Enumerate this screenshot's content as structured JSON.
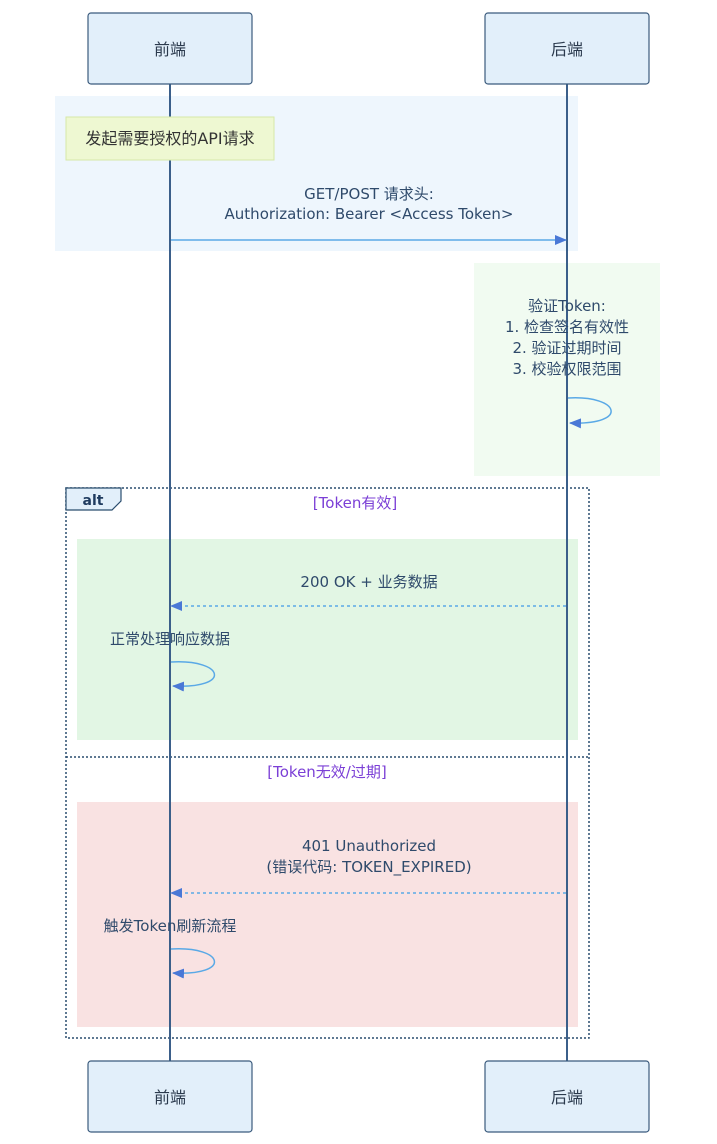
{
  "actors": {
    "frontend": "前端",
    "backend": "后端"
  },
  "note": {
    "frontend_request": "发起需要授权的API请求"
  },
  "messages": {
    "request_line1": "GET/POST 请求头:",
    "request_line2": "Authorization: Bearer <Access Token>",
    "verify_line1": "验证Token:",
    "verify_line2": "1. 检查签名有效性",
    "verify_line3": "2. 验证过期时间",
    "verify_line4": "3. 校验权限范围",
    "ok_response": "200 OK + 业务数据",
    "ok_handle": "正常处理响应数据",
    "unauth_line1": "401 Unauthorized",
    "unauth_line2": "(错误代码: TOKEN_EXPIRED)",
    "refresh": "触发Token刷新流程"
  },
  "alt": {
    "tag": "alt",
    "condition_valid": "[Token有效]",
    "condition_invalid": "[Token无效/过期]"
  },
  "colors": {
    "actor_fill": "#e2effa",
    "actor_stroke": "#3b5b7d",
    "lifeline": "#3b5f8a",
    "request_region": "#eef6fd",
    "verify_region": "#f1fbf1",
    "ok_region": "#e2f6e4",
    "error_region": "#f9e2e2",
    "note_fill": "#eef8d2",
    "arrow": "#5aa9e6",
    "arrowhead": "#4a78d6",
    "alt_border": "#2a4d6e",
    "alt_condition": "#7b3fd6"
  }
}
